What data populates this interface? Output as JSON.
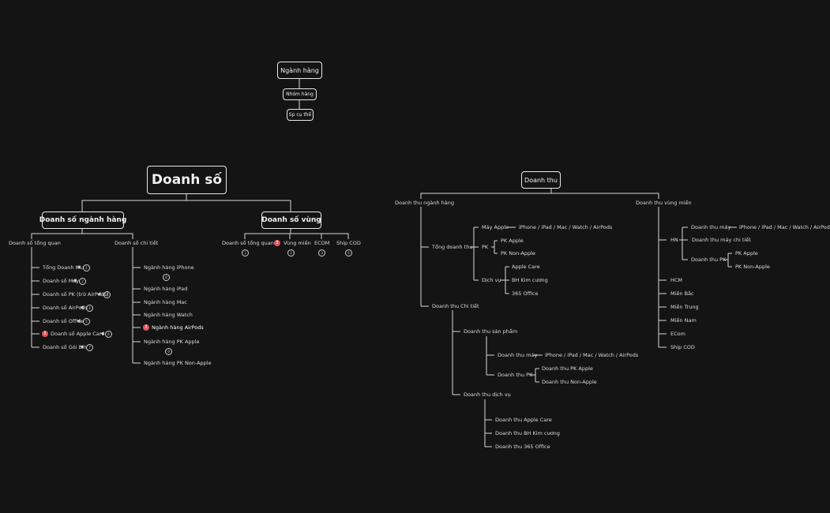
{
  "legend": {
    "top": "Ngành hàng",
    "mid": "Nhóm hàng",
    "bottom": "Sp cụ thể"
  },
  "doanh_so": {
    "title": "Doanh số",
    "nganh_hang": {
      "label": "Doanh số ngành hàng",
      "tong_quan": {
        "label": "Doanh số tổng quan",
        "items": [
          {
            "label": "Tổng Doanh thu",
            "badge": "1"
          },
          {
            "label": "Doanh số Máy",
            "badge": "2"
          },
          {
            "label": "Doanh số PK (trừ AirPods)",
            "badge": "3"
          },
          {
            "label": "Doanh số AirPods",
            "badge": "4"
          },
          {
            "label": "Doanh số Office",
            "badge": "5"
          },
          {
            "label": "Doanh số Apple Care",
            "badge": "6",
            "flag": "!"
          },
          {
            "label": "Doanh số Gói BH",
            "badge": "7"
          }
        ]
      },
      "chi_tiet": {
        "label": "Doanh số chi tiết",
        "items": [
          {
            "label": "Ngành hàng iPhone",
            "badge": "8"
          },
          {
            "label": "Ngành hàng iPad"
          },
          {
            "label": "Ngành hàng Mac"
          },
          {
            "label": "Ngành hàng Watch"
          },
          {
            "label": "Ngành hàng AirPods",
            "flag": "!"
          },
          {
            "label": "Ngành hàng PK Apple",
            "badge": "9"
          },
          {
            "label": "Ngành hàng PK Non-Apple"
          }
        ]
      }
    },
    "vung": {
      "label": "Doanh số vùng",
      "items": [
        {
          "label": "Doanh số tổng quan",
          "badge": "1"
        },
        {
          "label": "Vùng miền",
          "badge": "2",
          "flag": "!"
        },
        {
          "label": "ECOM",
          "badge": "3"
        },
        {
          "label": "Ship COD",
          "badge": "4"
        }
      ]
    }
  },
  "doanh_thu": {
    "title": "Doanh thu",
    "nganh_hang": {
      "label": "Doanh thu ngành hàng",
      "tong": {
        "label": "Tổng doanh thu",
        "may_apple": {
          "label": "Máy Apple",
          "leaf": "iPhone / iPad / Mac / Watch / AirPods"
        },
        "pk": {
          "label": "PK",
          "items": [
            "PK Apple",
            "PK Non-Apple"
          ]
        },
        "dich_vu": {
          "label": "Dịch vụ",
          "items": [
            "Apple Care",
            "BH Kim cương",
            "365 Office"
          ]
        }
      },
      "chi_tiet": {
        "label": "Doanh thu Chi tiết",
        "san_pham": {
          "label": "Doanh thu sản phẩm",
          "may": {
            "label": "Doanh thu máy",
            "leaf": "iPhone / iPad / Mac / Watch / AirPods"
          },
          "pk": {
            "label": "Doanh thu PK",
            "items": [
              "Doanh thu PK Apple",
              "Doanh thu  Non-Apple"
            ]
          }
        },
        "dich_vu": {
          "label": "Doanh thu dịch vụ",
          "items": [
            "Doanh thu Apple Care",
            "Doanh thu BH Kim cương",
            "Doanh thu 365 Office"
          ]
        }
      }
    },
    "vung_mien": {
      "label": "Doanh thu vùng miền",
      "hn": {
        "label": "HN",
        "may": {
          "label": "Doanh thu máy",
          "leaf": "iPhone / iPad / Mac / Watch / AirPods"
        },
        "may_chi_tiet": "Doanh thu máy chi tiết",
        "pk": {
          "label": "Doanh thu PK",
          "items": [
            "PK Apple",
            "PK Non-Apple"
          ]
        }
      },
      "regions": [
        "HCM",
        "Miền Bắc",
        "Miền Trung",
        "Miền Nam",
        "ECom",
        "Ship COD"
      ]
    }
  }
}
